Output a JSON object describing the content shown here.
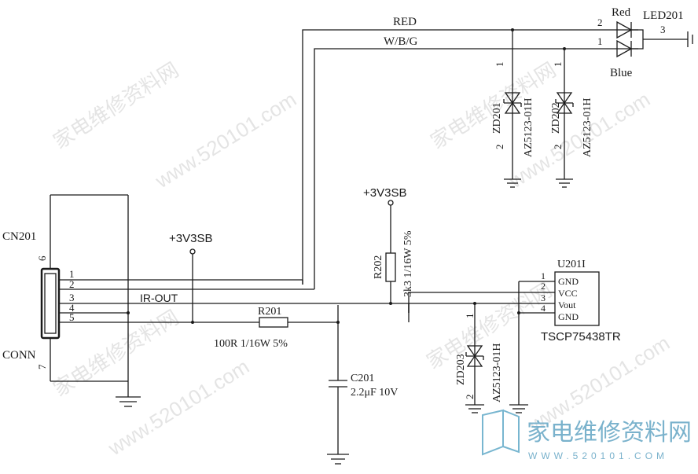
{
  "watermark": {
    "cn_text": "家电维修资料网",
    "url_text": "www.520101.com",
    "logo_cn": "家电维修资料网",
    "logo_url": "WWW.520101.COM"
  },
  "labels": {
    "red_wire": "RED",
    "wbg_wire": "W/B/G",
    "led_red": "Red",
    "led_blue": "Blue",
    "led_ref": "LED201",
    "led_pin2": "2",
    "led_pin1": "1",
    "led_pin3": "3",
    "zd201": "ZD201",
    "zd202": "ZD202",
    "zd203": "ZD203",
    "zd_part": "AZ5123-01H",
    "pin1": "1",
    "pin2": "2",
    "cn201": "CN201",
    "conn": "CONN",
    "cn_pin6": "6",
    "cn_pin7": "7",
    "conn_pins": [
      "1",
      "2",
      "3",
      "4",
      "5"
    ],
    "vcc_left": "+3V3SB",
    "vcc_right": "+3V3SB",
    "ir_out": "IR-OUT",
    "r201": "R201",
    "r201_val": "100R  1/16W 5%",
    "r202": "R202",
    "r202_val": "3k3 1/16W 5%",
    "c201": "C201",
    "c201_val": "2.2μF 10V",
    "u201": "U201I",
    "u_pins": [
      "1",
      "2",
      "3",
      "4"
    ],
    "u_pin_names": [
      "GND",
      "VCC",
      "Vout",
      "GND"
    ],
    "u_part": "TSCP75438TR"
  }
}
